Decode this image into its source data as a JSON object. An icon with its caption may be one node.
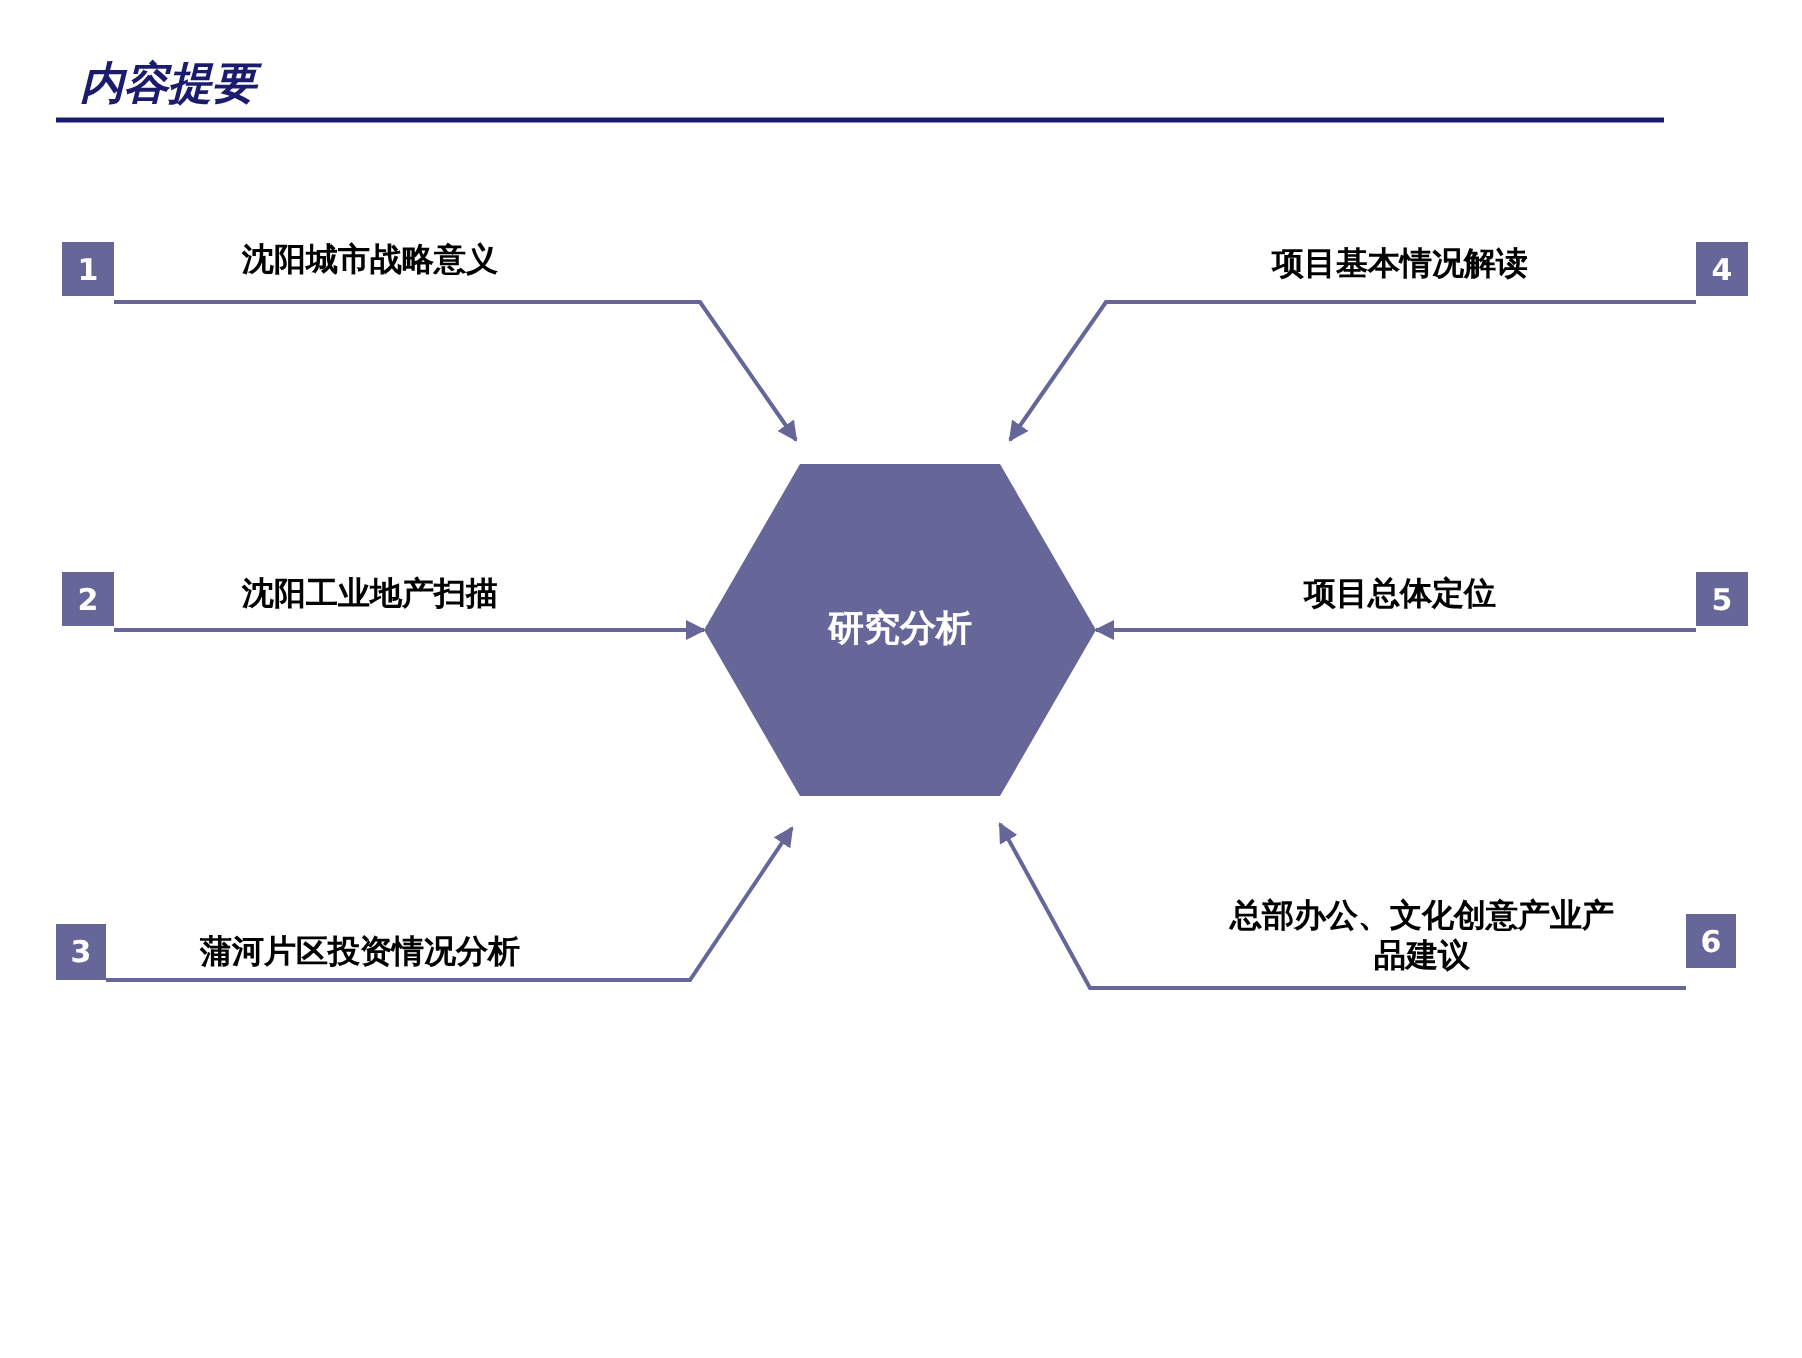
{
  "diagram": {
    "title": "内容提要",
    "nodes": [
      {
        "text": [
          "研究分析"
        ]
      },
      {
        "text": [
          "1"
        ]
      },
      {
        "text": [
          "2"
        ]
      },
      {
        "text": [
          "3"
        ]
      },
      {
        "text": [
          "4"
        ]
      },
      {
        "text": [
          "5"
        ]
      },
      {
        "text": [
          "6"
        ]
      }
    ],
    "edges": [
      {
        "from": 1,
        "to": 0,
        "arrow": "to",
        "label": "沈阳城市战略意义"
      },
      {
        "from": 2,
        "to": 0,
        "arrow": "to",
        "label": "沈阳工业地产扫描"
      },
      {
        "from": 3,
        "to": 0,
        "arrow": "to",
        "label": "蒲河片区投资情况分析"
      },
      {
        "from": 4,
        "to": 0,
        "arrow": "to",
        "label": "项目基本情况解读"
      },
      {
        "from": 5,
        "to": 0,
        "arrow": "to",
        "label": "项目总体定位"
      },
      {
        "from": 6,
        "to": 0,
        "arrow": "to",
        "label": "总部办公、文化创意产业产品建议"
      }
    ]
  }
}
